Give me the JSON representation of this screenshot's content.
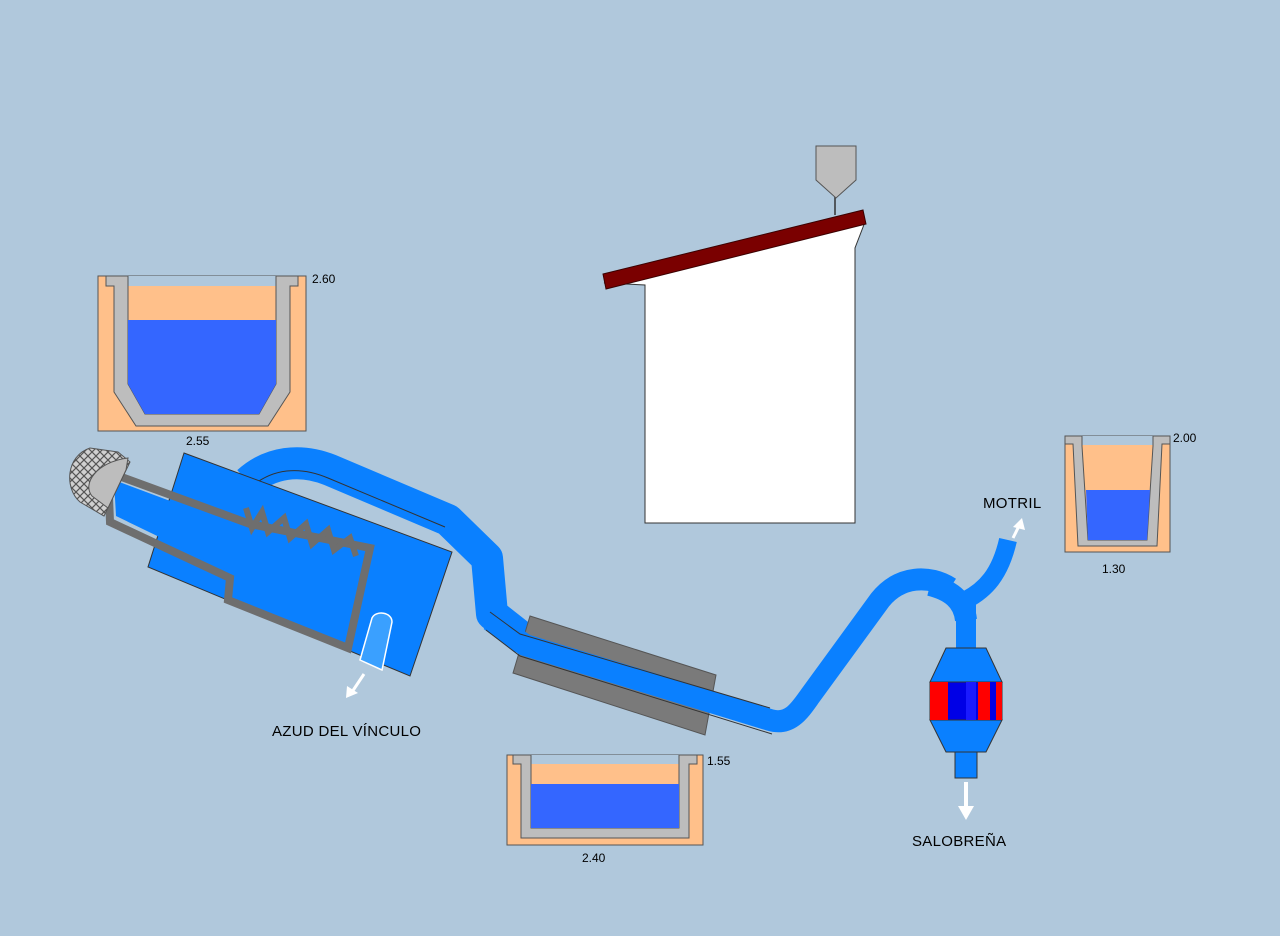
{
  "colors": {
    "background": "#b0c8dc",
    "water": "#0a80ff",
    "water_dark": "#3466ff",
    "concrete": "#bdbdbd",
    "soil": "#ffc08a",
    "pipe_outline": "#6e6e6e",
    "roof": "#7a0000",
    "filter_red": "#ff0000",
    "filter_blue": "#0000e6"
  },
  "labels": {
    "azud": "AZUD DEL VÍNCULO",
    "motril": "MOTRIL",
    "salobrena": "SALOBREÑA"
  },
  "channels": [
    {
      "name": "channel-left",
      "top_value": "2.60",
      "bottom_value": "2.55"
    },
    {
      "name": "channel-bottom",
      "top_value": "1.55",
      "bottom_value": "2.40"
    },
    {
      "name": "channel-right",
      "top_value": "2.00",
      "bottom_value": "1.30"
    }
  ]
}
